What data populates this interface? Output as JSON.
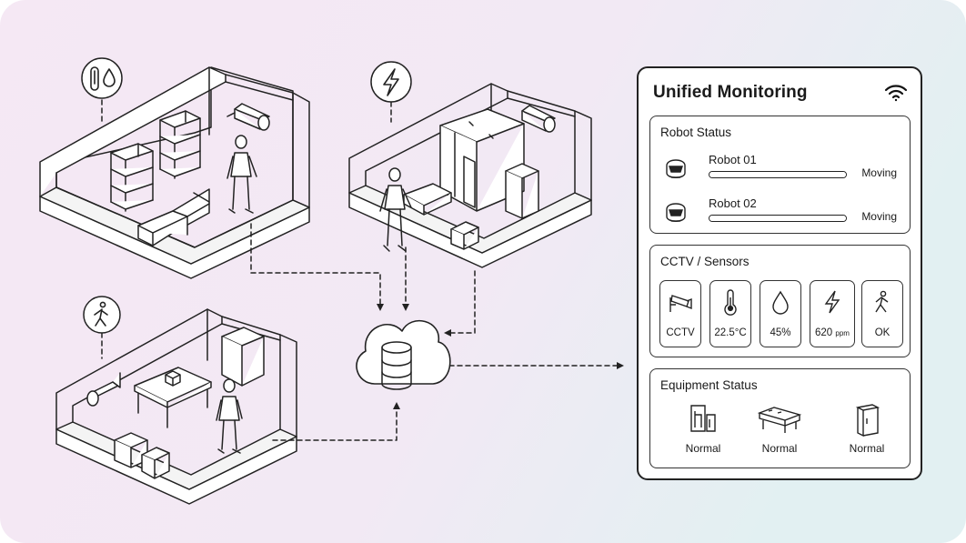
{
  "dashboard": {
    "title": "Unified Monitoring",
    "robot_panel": {
      "title": "Robot Status",
      "robots": [
        {
          "name": "Robot 01",
          "state": "Moving"
        },
        {
          "name": "Robot 02",
          "state": "Moving"
        }
      ]
    },
    "sensor_panel": {
      "title": "CCTV / Sensors",
      "items": [
        {
          "icon": "cctv-icon",
          "value": "CCTV"
        },
        {
          "icon": "thermometer-icon",
          "value": "22.5°C"
        },
        {
          "icon": "droplet-icon",
          "value": "45%"
        },
        {
          "icon": "lightning-icon",
          "value": "620",
          "unit": "ppm"
        },
        {
          "icon": "person-walking-icon",
          "value": "OK"
        }
      ]
    },
    "equipment_panel": {
      "title": "Equipment Status",
      "items": [
        {
          "icon": "machine-icon",
          "status": "Normal"
        },
        {
          "icon": "workbench-icon",
          "status": "Normal"
        },
        {
          "icon": "cabinet-icon",
          "status": "Normal"
        }
      ]
    }
  },
  "diagram": {
    "rooms": [
      {
        "name": "warehouse-room",
        "badge_icon": "thermometer-droplet-icon"
      },
      {
        "name": "production-room",
        "badge_icon": "lightning-icon"
      },
      {
        "name": "storage-room",
        "badge_icon": "person-walking-icon"
      }
    ],
    "hub_icon": "cloud-database-icon",
    "colors": {
      "line": "#222222",
      "bg_start": "#f5e8f4",
      "bg_end": "#e3f0f2"
    }
  }
}
